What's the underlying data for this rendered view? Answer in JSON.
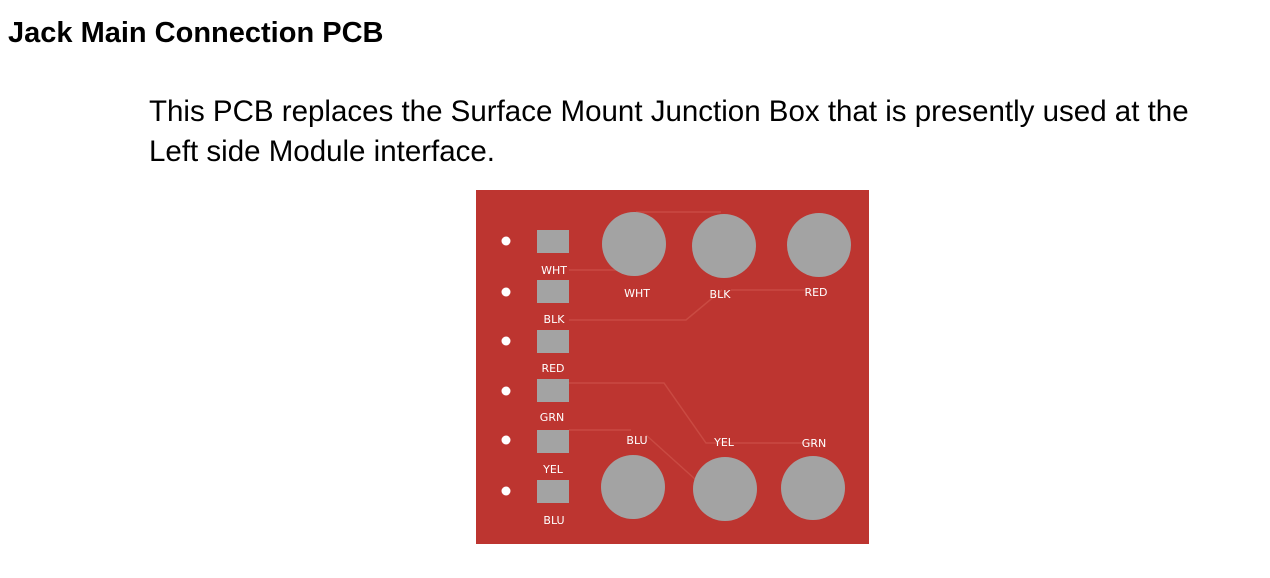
{
  "document": {
    "title": "Jack Main Connection PCB",
    "description": "This PCB replaces the Surface Mount Junction Box that is presently used at the Left side Module interface."
  },
  "pcb": {
    "board_color": "#bd3530",
    "trace_color": "#c94a42",
    "pad_color": "#a3a3a3",
    "hole_color": "#ffffff",
    "left_labels": [
      "WHT",
      "BLK",
      "RED",
      "GRN",
      "YEL",
      "BLU"
    ],
    "top_jack_labels": [
      "WHT",
      "BLK",
      "RED"
    ],
    "bottom_jack_labels": [
      "BLU",
      "YEL",
      "GRN"
    ]
  }
}
